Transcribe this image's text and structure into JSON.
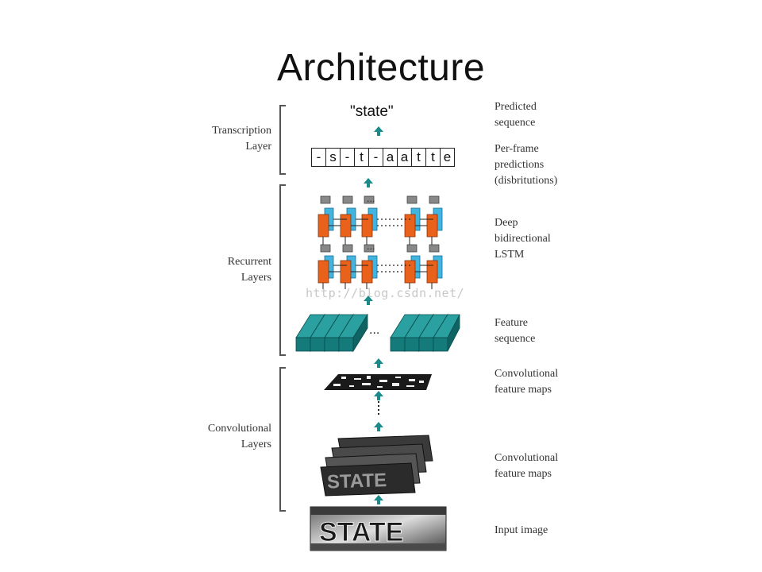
{
  "title": "Architecture",
  "diagram": {
    "left_labels": {
      "transcription": [
        "Transcription",
        "Layer"
      ],
      "recurrent": [
        "Recurrent",
        "Layers"
      ],
      "convolutional": [
        "Convolutional",
        "Layers"
      ]
    },
    "right_labels": {
      "predicted_sequence": [
        "Predicted",
        "sequence"
      ],
      "per_frame": [
        "Per-frame",
        "predictions",
        "(disbritutions)"
      ],
      "deep_lstm": [
        "Deep",
        "bidirectional",
        "LSTM"
      ],
      "feature_sequence": [
        "Feature",
        "sequence"
      ],
      "conv_maps_top": [
        "Convolutional",
        "feature maps"
      ],
      "conv_maps_bottom": [
        "Convolutional",
        "feature maps"
      ],
      "input_image": [
        "Input image"
      ]
    },
    "predicted_text": "\"state\"",
    "frame_chars": [
      "-",
      "s",
      "-",
      "t",
      "-",
      "a",
      "a",
      "t",
      "t",
      "e"
    ],
    "input_word": "STATE",
    "watermark": "http://blog.csdn.net/",
    "ellipsis": "...",
    "colors": {
      "arrow": "#1a8a8a",
      "lstm_fwd": "#e8621c",
      "lstm_bwd": "#41b4e0",
      "feature": "#157a7a",
      "node": "#888888"
    }
  }
}
